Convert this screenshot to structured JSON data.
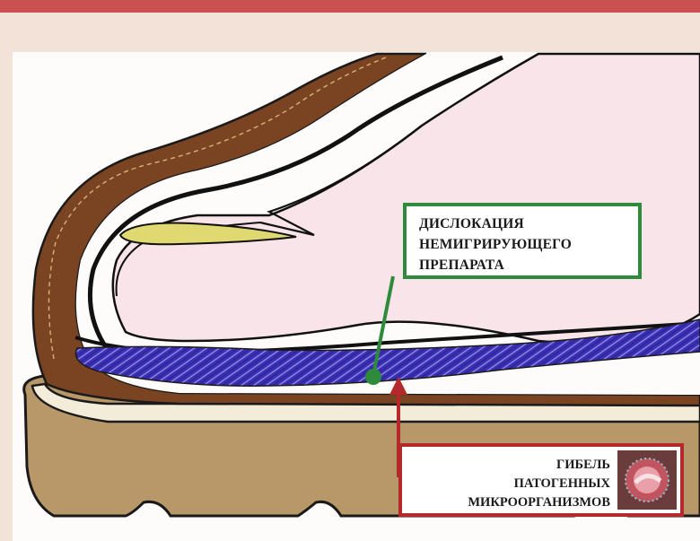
{
  "labels": {
    "dislocation": [
      "ДИСЛОКАЦИЯ",
      "НЕМИГРИРУЮЩЕГО",
      "ПРЕПАРАТА"
    ],
    "pathogen_death": [
      "ГИБЕЛЬ",
      "ПАТОГЕННЫХ",
      "МИКРООРГАНИЗМОВ"
    ]
  },
  "colors": {
    "top_band": "#c9514f",
    "sole": "#b89868",
    "leather_outline": "#6a3a1e",
    "lining": "#f9e4ea",
    "insole_layer": "#3a2fb0",
    "toe_insert": "#e0d870",
    "green_marker": "#2e8b3c",
    "red_marker": "#b42a2a"
  }
}
